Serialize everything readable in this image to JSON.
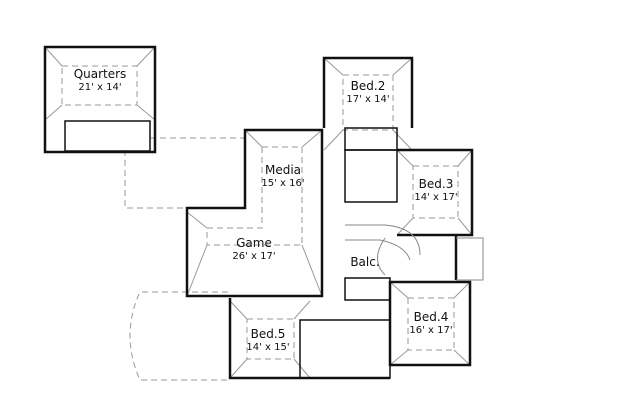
{
  "floorplan": {
    "rooms": [
      {
        "id": "quarters",
        "name": "Quarters",
        "dimensions": "21' x 14'"
      },
      {
        "id": "bed2",
        "name": "Bed.2",
        "dimensions": "17' x 14'"
      },
      {
        "id": "media",
        "name": "Media",
        "dimensions": "15' x 16'"
      },
      {
        "id": "bed3",
        "name": "Bed.3",
        "dimensions": "14' x 17'"
      },
      {
        "id": "game",
        "name": "Game",
        "dimensions": "26' x 17'"
      },
      {
        "id": "balc",
        "name": "Balc.",
        "dimensions": ""
      },
      {
        "id": "bed4",
        "name": "Bed.4",
        "dimensions": "16' x 17'"
      },
      {
        "id": "bed5",
        "name": "Bed.5",
        "dimensions": "14' x 15'"
      }
    ]
  }
}
